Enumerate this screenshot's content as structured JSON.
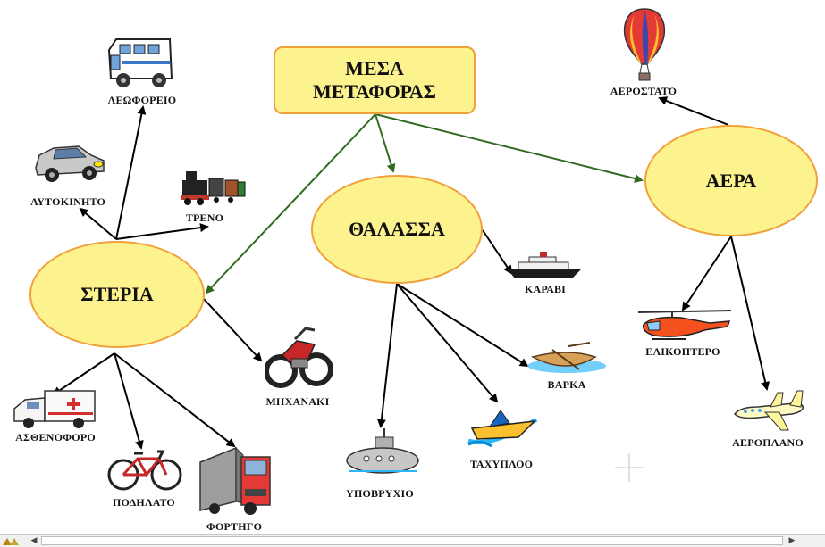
{
  "title": {
    "line1": "ΜΕΣΑ",
    "line2": "ΜΕΤΑΦΟΡΑΣ"
  },
  "categories": {
    "land": "ΣΤΕΡΙΑ",
    "sea": "ΘΑΛΑΣΣΑ",
    "air": "ΑΕΡΑ"
  },
  "items": {
    "bus": "ΛΕΩΦΟΡΕΙΟ",
    "car": "ΑΥΤΟΚΙΝΗΤΟ",
    "train": "ΤΡΕΝΟ",
    "motorbike": "ΜΗΧΑΝΑΚΙ",
    "ambulance": "ΑΣΘΕΝΟΦΟΡΟ",
    "bicycle": "ΠΟΔΗΛΑΤΟ",
    "truck": "ΦΟΡΤΗΓΟ",
    "ship": "ΚΑΡΑΒΙ",
    "boat": "ΒΑΡΚΑ",
    "speedboat": "ΤΑΧΥΠΛΟΟ",
    "submarine": "ΥΠΟΒΡΥΧΙΟ",
    "balloon": "ΑΕΡΟΣΤΑΤΟ",
    "helicopter": "ΕΛΙΚΟΠΤΕΡΟ",
    "airplane": "ΑΕΡΟΠΛΑΝΟ"
  },
  "colors": {
    "node_fill": "#fdf38e",
    "node_border": "#f1a13c",
    "primary_arrow": "#2f6b1f",
    "secondary_arrow": "#000000"
  }
}
